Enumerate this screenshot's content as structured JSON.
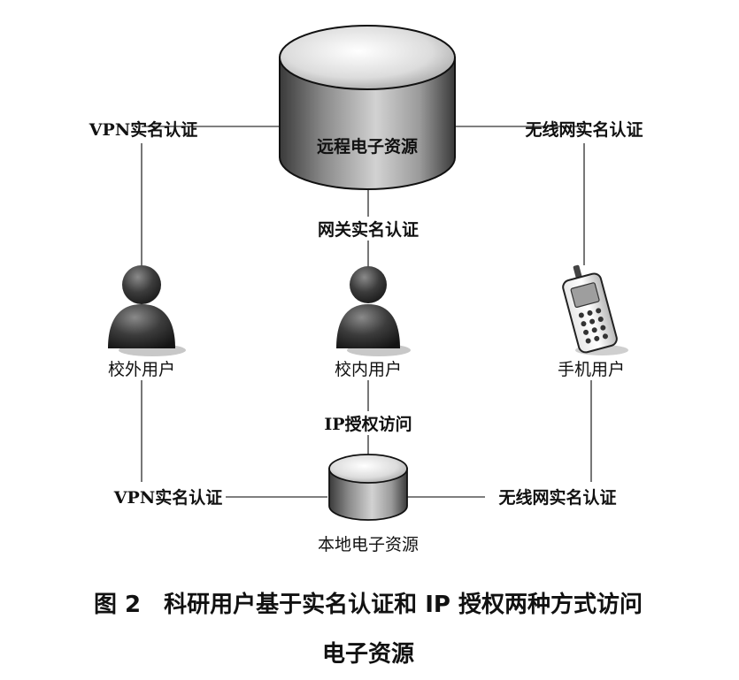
{
  "nodes": {
    "remote_db": "远程电子资源",
    "local_db": "本地电子资源",
    "offcampus_user": "校外用户",
    "oncampus_user": "校内用户",
    "mobile_user": "手机用户"
  },
  "edges": {
    "vpn_top": "VPN实名认证",
    "wireless_top": "无线网实名认证",
    "gateway": "网关实名认证",
    "ip_auth": "IP授权访问",
    "vpn_bottom": "VPN实名认证",
    "wireless_bottom": "无线网实名认证"
  },
  "caption": {
    "line1": "图 2　科研用户基于实名认证和 IP 授权两种方式访问",
    "line2": "电子资源"
  }
}
